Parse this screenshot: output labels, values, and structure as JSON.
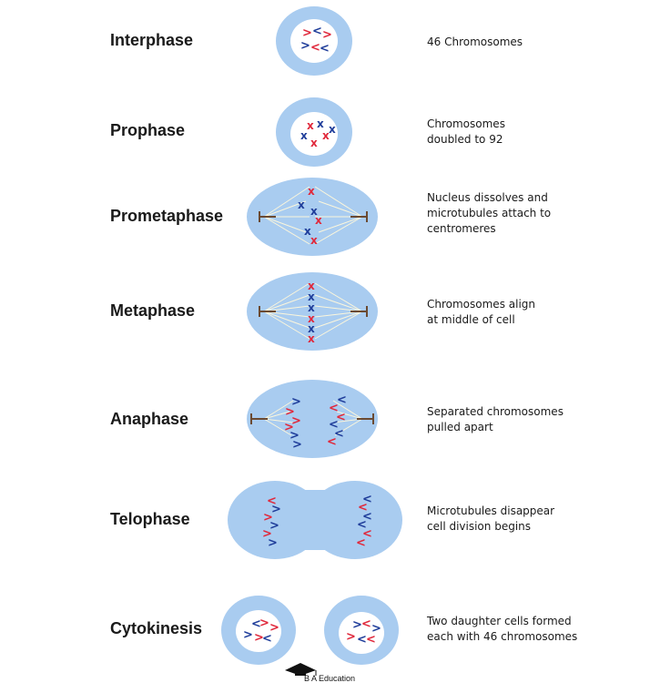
{
  "colors": {
    "cell": "#a9ccf0",
    "nucleus": "#ffffff",
    "red": "#e0283b",
    "blue": "#1f3d9a",
    "pole": "#6b4a32",
    "spindle": "#fbf6dc"
  },
  "phases": [
    {
      "name": "Interphase",
      "description": [
        "46 Chromosomes"
      ]
    },
    {
      "name": "Prophase",
      "description": [
        "Chromosomes",
        "doubled to 92"
      ]
    },
    {
      "name": "Prometaphase",
      "description": [
        "Nucleus dissolves and",
        "microtubules attach to",
        "centromeres"
      ]
    },
    {
      "name": "Metaphase",
      "description": [
        "Chromosomes align",
        "at middle of cell"
      ]
    },
    {
      "name": "Anaphase",
      "description": [
        "Separated chromosomes",
        "pulled apart"
      ]
    },
    {
      "name": "Telophase",
      "description": [
        "Microtubules disappear",
        "cell division begins"
      ]
    },
    {
      "name": "Cytokinesis",
      "description": [
        "Two daughter cells formed",
        "each with 46 chromosomes"
      ]
    }
  ],
  "credit": "B A Education",
  "icons": {
    "credit_logo": "graduation-cap-icon"
  }
}
